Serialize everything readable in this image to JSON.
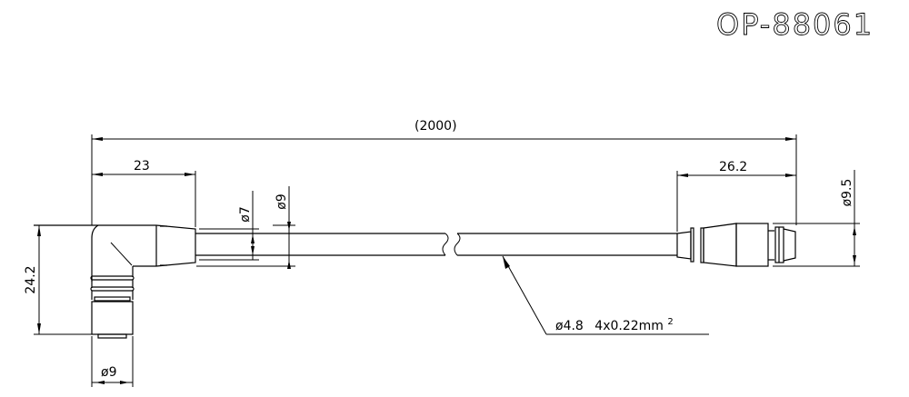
{
  "drawing": {
    "part_number": "OP-88061",
    "dimensions": {
      "total_length": "(2000)",
      "left_connector_length": "23",
      "left_cable_dia_inner": "ø7",
      "left_cable_dia_outer": "ø9",
      "left_connector_height": "24.2",
      "left_connector_dia": "ø9",
      "right_connector_length": "26.2",
      "right_connector_dia": "ø9.5"
    },
    "cable_callout": {
      "diameter": "ø4.8",
      "spec_prefix": "4x0.22mm",
      "spec_superscript": "2"
    },
    "colors": {
      "line": "#000000",
      "background": "#ffffff"
    }
  }
}
